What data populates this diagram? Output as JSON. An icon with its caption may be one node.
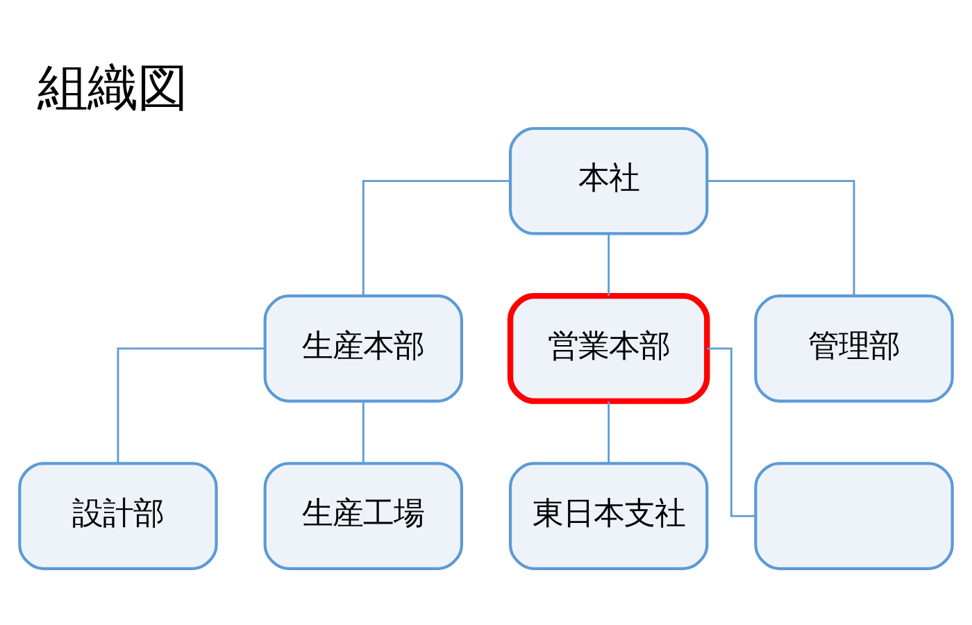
{
  "diagram": {
    "title": "組織図",
    "nodes": [
      {
        "text": [
          "本社"
        ]
      },
      {
        "text": [
          "生産本部"
        ]
      },
      {
        "text": [
          "営業本部"
        ]
      },
      {
        "text": [
          "管理部"
        ]
      },
      {
        "text": [
          "設計部"
        ]
      },
      {
        "text": [
          "生産工場"
        ]
      },
      {
        "text": [
          "東日本支社"
        ]
      },
      {
        "text": [],
        "shape": "box"
      }
    ],
    "edges": [
      {
        "from": 0,
        "to": 1,
        "arrow": "none"
      },
      {
        "from": 0,
        "to": 2,
        "arrow": "none"
      },
      {
        "from": 0,
        "to": 3,
        "arrow": "none"
      },
      {
        "from": 1,
        "to": 4,
        "arrow": "none"
      },
      {
        "from": 1,
        "to": 5,
        "arrow": "none"
      },
      {
        "from": 2,
        "to": 6,
        "arrow": "none"
      },
      {
        "from": 2,
        "to": 7,
        "arrow": "none"
      }
    ]
  }
}
